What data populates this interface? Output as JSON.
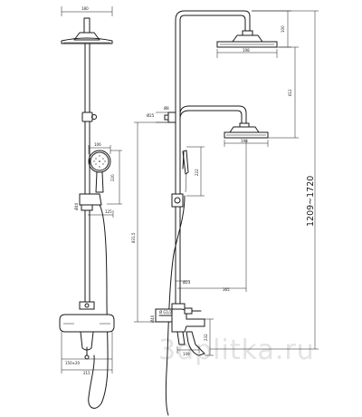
{
  "watermark": "3dplitka.ru",
  "front_view": {
    "dim_head_width": "180",
    "dim_hand_width": "106",
    "dim_hand_height": "220",
    "dim_holder_dia": "Ø40",
    "dim_holder_offset": "125",
    "dim_centers": "150±20",
    "dim_spout": "215"
  },
  "side_view": {
    "dim_head_height": "100",
    "dim_head_width": "198",
    "dim_arm_width": "198",
    "dim_drop": "612",
    "dim_total_height": "1209~1720",
    "dim_clamp_a": "Ø25",
    "dim_clamp_b": "Ø8",
    "dim_hand_drop": "222",
    "dim_pipe_height": "831.5",
    "dim_pipe_dia": "Ø23",
    "dim_reach": "365",
    "dim_inlet_a": "Ø G1/2",
    "dim_inlet_b": "Ø40",
    "dim_mixer_height": "232",
    "dim_spout_reach": "149"
  }
}
